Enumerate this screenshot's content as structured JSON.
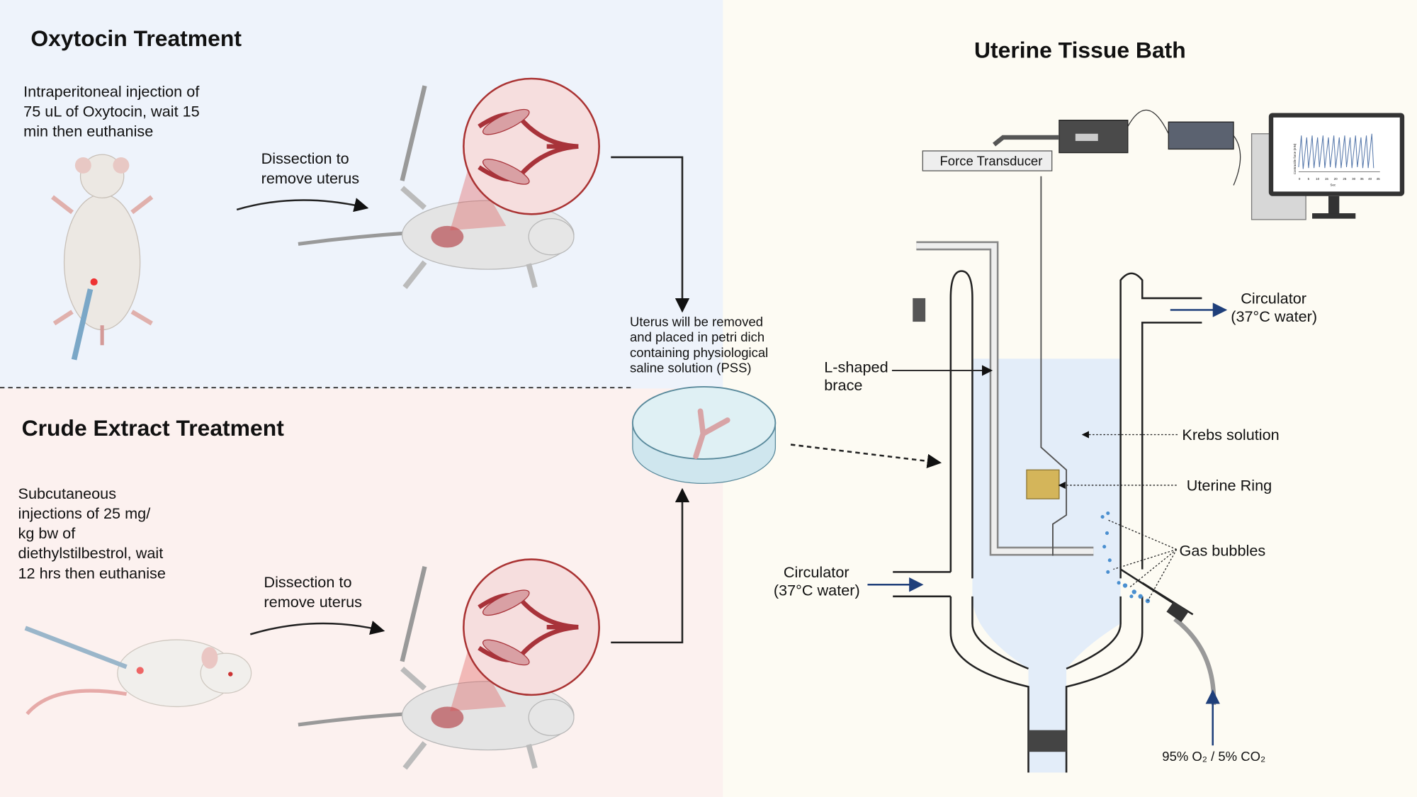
{
  "oxytocin": {
    "title": "Oxytocin Treatment",
    "description": [
      "Intraperitoneal injection of",
      "75 uL of Oxytocin, wait 15",
      "min then euthanise"
    ],
    "dissection": [
      "Dissection to",
      "remove uterus"
    ]
  },
  "crude_extract": {
    "title": "Crude Extract Treatment",
    "description": [
      "Subcutaneous",
      "injections of 25 mg/",
      "kg bw of",
      "diethylstilbestrol, wait",
      "12 hrs then euthanise"
    ],
    "dissection": [
      "Dissection to",
      "remove uterus"
    ]
  },
  "petri": {
    "note": [
      "Uterus will be removed",
      "and placed in petri dich",
      "containing physiological",
      "saline solution (PSS)"
    ]
  },
  "tissue_bath": {
    "title": "Uterine Tissue Bath",
    "force_transducer": "Force Transducer",
    "circulator_out": [
      "Circulator",
      "(37°C water)"
    ],
    "circulator_in": [
      "Circulator",
      "(37°C water)"
    ],
    "brace": [
      "L-shaped",
      "brace"
    ],
    "krebs": "Krebs solution",
    "uterine_ring": "Uterine Ring",
    "gas_bubbles": "Gas bubbles",
    "gas_mix": "95% O₂ / 5% CO₂",
    "monitor": {
      "ylabel": "Contractile force (mN)",
      "xlabel": "Sec",
      "xticks": [
        "0",
        "5",
        "10",
        "15",
        "20",
        "25",
        "30",
        "35",
        "40",
        "45"
      ]
    }
  },
  "colors": {
    "top_panel": "#eef3fb",
    "bottom_panel": "#fcf1ef",
    "right_panel": "#fdfbf3",
    "uterus": "#a8333a",
    "ring": "#d4b55a",
    "bubbles": "#4a8fd0",
    "arrow_blue": "#1f3f7a"
  }
}
